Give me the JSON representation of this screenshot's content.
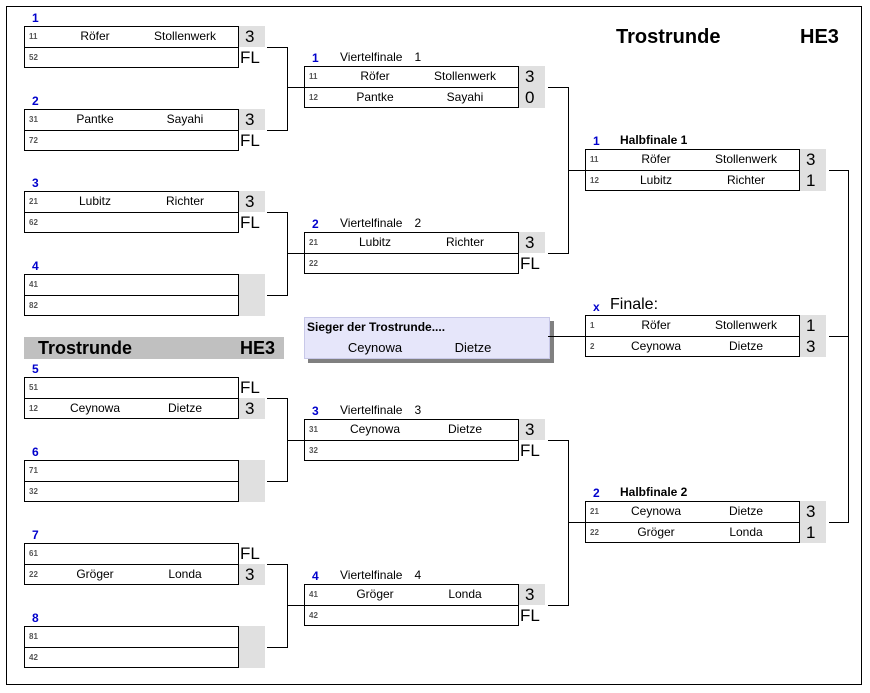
{
  "header": {
    "title": "Trostrunde",
    "code": "HE3"
  },
  "banner": {
    "title": "Trostrunde",
    "code": "HE3"
  },
  "round1": [
    {
      "num": "1",
      "rows": [
        {
          "seed": "11",
          "p1": "Röfer",
          "p2": "Stollenwerk",
          "score": "3"
        },
        {
          "seed": "52",
          "p1": "",
          "p2": "",
          "score": "FL"
        }
      ]
    },
    {
      "num": "2",
      "rows": [
        {
          "seed": "31",
          "p1": "Pantke",
          "p2": "Sayahi",
          "score": "3"
        },
        {
          "seed": "72",
          "p1": "",
          "p2": "",
          "score": "FL"
        }
      ]
    },
    {
      "num": "3",
      "rows": [
        {
          "seed": "21",
          "p1": "Lubitz",
          "p2": "Richter",
          "score": "3"
        },
        {
          "seed": "62",
          "p1": "",
          "p2": "",
          "score": "FL"
        }
      ]
    },
    {
      "num": "4",
      "rows": [
        {
          "seed": "41",
          "p1": "",
          "p2": "",
          "score": ""
        },
        {
          "seed": "82",
          "p1": "",
          "p2": "",
          "score": ""
        }
      ]
    },
    {
      "num": "5",
      "rows": [
        {
          "seed": "51",
          "p1": "",
          "p2": "",
          "score": "FL"
        },
        {
          "seed": "12",
          "p1": "Ceynowa",
          "p2": "Dietze",
          "score": "3"
        }
      ]
    },
    {
      "num": "6",
      "rows": [
        {
          "seed": "71",
          "p1": "",
          "p2": "",
          "score": ""
        },
        {
          "seed": "32",
          "p1": "",
          "p2": "",
          "score": ""
        }
      ]
    },
    {
      "num": "7",
      "rows": [
        {
          "seed": "61",
          "p1": "",
          "p2": "",
          "score": "FL"
        },
        {
          "seed": "22",
          "p1": "Gröger",
          "p2": "Londa",
          "score": "3"
        }
      ]
    },
    {
      "num": "8",
      "rows": [
        {
          "seed": "81",
          "p1": "",
          "p2": "",
          "score": ""
        },
        {
          "seed": "42",
          "p1": "",
          "p2": "",
          "score": ""
        }
      ]
    }
  ],
  "quarter": [
    {
      "num": "1",
      "label": "Viertelfinale",
      "idx": "1",
      "rows": [
        {
          "seed": "11",
          "p1": "Röfer",
          "p2": "Stollenwerk",
          "score": "3"
        },
        {
          "seed": "12",
          "p1": "Pantke",
          "p2": "Sayahi",
          "score": "0"
        }
      ]
    },
    {
      "num": "2",
      "label": "Viertelfinale",
      "idx": "2",
      "rows": [
        {
          "seed": "21",
          "p1": "Lubitz",
          "p2": "Richter",
          "score": "3"
        },
        {
          "seed": "22",
          "p1": "",
          "p2": "",
          "score": "FL"
        }
      ]
    },
    {
      "num": "3",
      "label": "Viertelfinale",
      "idx": "3",
      "rows": [
        {
          "seed": "31",
          "p1": "Ceynowa",
          "p2": "Dietze",
          "score": "3"
        },
        {
          "seed": "32",
          "p1": "",
          "p2": "",
          "score": "FL"
        }
      ]
    },
    {
      "num": "4",
      "label": "Viertelfinale",
      "idx": "4",
      "rows": [
        {
          "seed": "41",
          "p1": "Gröger",
          "p2": "Londa",
          "score": "3"
        },
        {
          "seed": "42",
          "p1": "",
          "p2": "",
          "score": "FL"
        }
      ]
    }
  ],
  "semi": [
    {
      "num": "1",
      "label": "Halbfinale 1",
      "rows": [
        {
          "seed": "11",
          "p1": "Röfer",
          "p2": "Stollenwerk",
          "score": "3"
        },
        {
          "seed": "12",
          "p1": "Lubitz",
          "p2": "Richter",
          "score": "1"
        }
      ]
    },
    {
      "num": "2",
      "label": "Halbfinale 2",
      "rows": [
        {
          "seed": "21",
          "p1": "Ceynowa",
          "p2": "Dietze",
          "score": "3"
        },
        {
          "seed": "22",
          "p1": "Gröger",
          "p2": "Londa",
          "score": "1"
        }
      ]
    }
  ],
  "final": {
    "num": "x",
    "label": "Finale:",
    "rows": [
      {
        "seed": "1",
        "p1": "Röfer",
        "p2": "Stollenwerk",
        "score": "1"
      },
      {
        "seed": "2",
        "p1": "Ceynowa",
        "p2": "Dietze",
        "score": "3"
      }
    ]
  },
  "winner": {
    "title": "Sieger der Trostrunde....",
    "p1": "Ceynowa",
    "p2": "Dietze"
  }
}
